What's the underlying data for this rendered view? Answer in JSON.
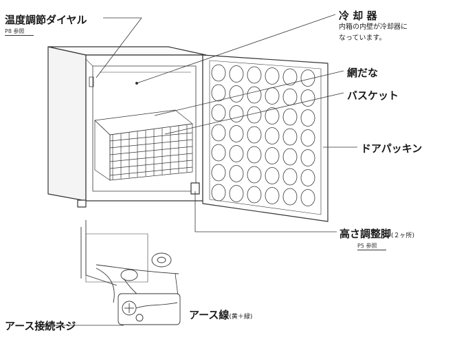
{
  "labels": {
    "temp_dial": "温度調節ダイヤル",
    "temp_dial_ref": "P8 参照",
    "cooler": "冷 却 器",
    "cooler_note_1": "内箱の内壁が冷却器に",
    "cooler_note_2": "なっています。",
    "shelf": "網だな",
    "basket": "バスケット",
    "door_packing": "ドアパッキン",
    "leg": "高さ調整脚",
    "leg_count": "(２ヶ所)",
    "leg_ref": "P5 参照",
    "earth_wire": "アース線",
    "earth_wire_color": "(黄＋緑)",
    "earth_screw": "アース接続ネジ"
  }
}
